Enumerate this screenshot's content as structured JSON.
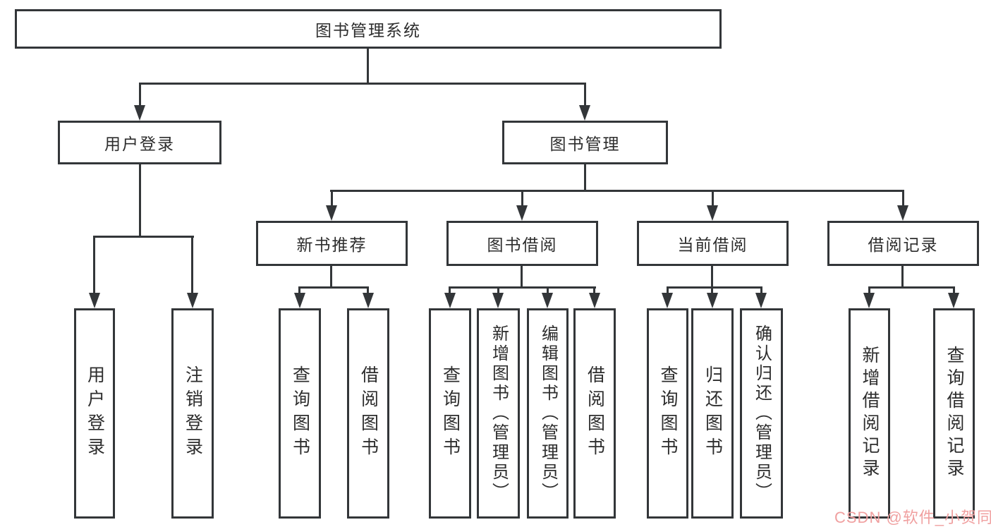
{
  "diagram": {
    "type": "hierarchy-tree",
    "background": "#ffffff",
    "line_color": "#333639",
    "text_color": "#2d2d2d",
    "tree": {
      "root": {
        "label": "图书管理系统",
        "children": [
          {
            "label": "用户登录",
            "children": [
              {
                "label": "用户登录"
              },
              {
                "label": "注销登录"
              }
            ]
          },
          {
            "label": "图书管理",
            "children": [
              {
                "label": "新书推荐",
                "children": [
                  {
                    "label": "查询图书"
                  },
                  {
                    "label": "借阅图书"
                  }
                ]
              },
              {
                "label": "图书借阅",
                "children": [
                  {
                    "label": "查询图书"
                  },
                  {
                    "label": "新增图书（管理员）"
                  },
                  {
                    "label": "编辑图书（管理员）"
                  },
                  {
                    "label": "借阅图书"
                  }
                ]
              },
              {
                "label": "当前借阅",
                "children": [
                  {
                    "label": "查询图书"
                  },
                  {
                    "label": "归还图书"
                  },
                  {
                    "label": "确认归还（管理员）"
                  }
                ]
              },
              {
                "label": "借阅记录",
                "children": [
                  {
                    "label": "新增借阅记录"
                  },
                  {
                    "label": "查询借阅记录"
                  }
                ]
              }
            ]
          }
        ]
      }
    }
  },
  "watermark": {
    "text": "CSDN @软件_小贺同学",
    "color": "#f0a0a0"
  }
}
